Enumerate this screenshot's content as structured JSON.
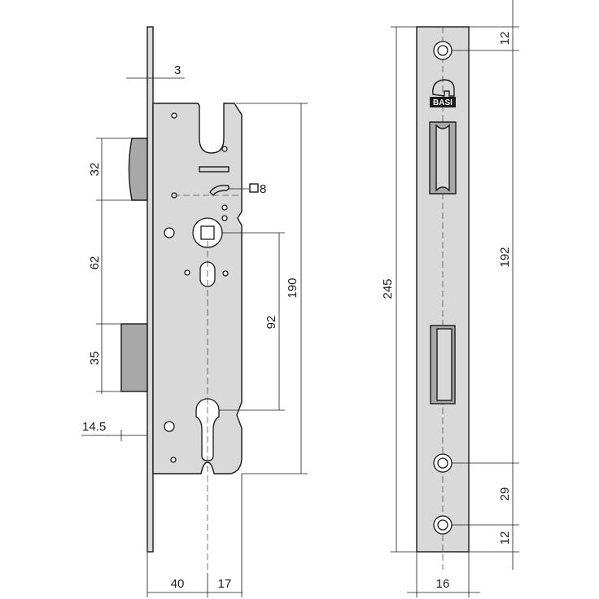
{
  "dimensions": {
    "faceplate_thickness": "3",
    "latch_height": "32",
    "latch_to_bolt": "62",
    "bolt_height": "35",
    "cylinder_offset": "14.5",
    "follower_square": "8",
    "case_height": "190",
    "handle_to_cylinder": "92",
    "backset": "40",
    "cylinder_radius": "17",
    "faceplate_length": "245",
    "top_screw_offset": "12",
    "screw_spacing": "192",
    "lower_screw_gap": "29",
    "bottom_screw_offset": "12",
    "faceplate_width": "16"
  },
  "brand": {
    "logo_text": "BASI"
  }
}
